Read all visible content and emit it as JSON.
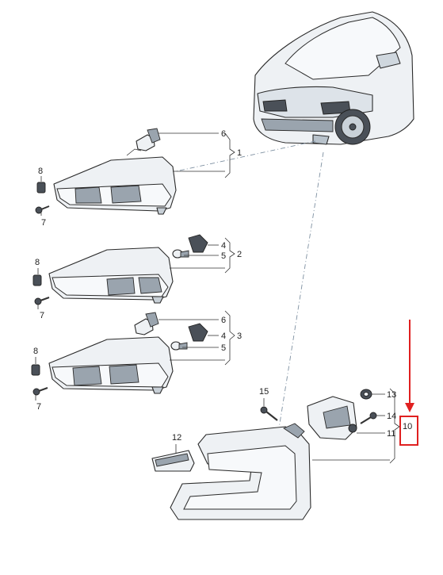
{
  "callouts": {
    "c1": "1",
    "c2": "2",
    "c3": "3",
    "c4a": "4",
    "c4b": "4",
    "c5a": "5",
    "c5b": "5",
    "c6a": "6",
    "c6b": "6",
    "c7a": "7",
    "c7b": "7",
    "c7c": "7",
    "c8a": "8",
    "c8b": "8",
    "c8c": "8",
    "c10": "10",
    "c11": "11",
    "c12": "12",
    "c13": "13",
    "c14": "14",
    "c15": "15"
  },
  "highlight": {
    "color": "#e02020",
    "target": "10"
  }
}
